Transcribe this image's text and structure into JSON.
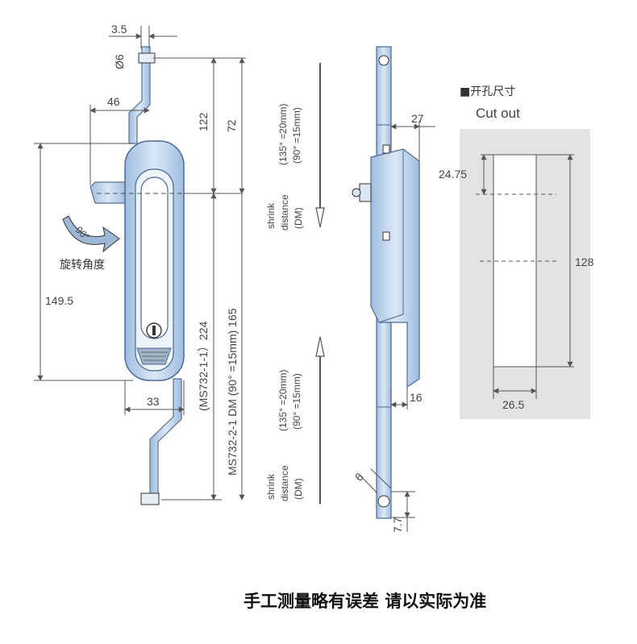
{
  "dims_front": {
    "d35": "3.5",
    "d6": "Ø6",
    "d46": "46",
    "d122": "122",
    "d72": "72",
    "d1495": "149.5",
    "d33": "33",
    "rotation_angle": "90°",
    "rotation_label": "旋转角度",
    "model_line1": "(MS732-1-1）224",
    "model_line2": "MS732-2-1  DM (90° =15mm) 165"
  },
  "shrink_upper": {
    "l1": "(135° =20mm)",
    "l2": "(90° =15mm)",
    "s1": "shrink",
    "s2": "distance",
    "s3": "(DM)"
  },
  "shrink_lower": {
    "l1": "(135° =20mm)",
    "l2": "(90° =15mm)",
    "s1": "shrink",
    "s2": "distance",
    "s3": "(DM)"
  },
  "dims_side": {
    "d27": "27",
    "d16": "16",
    "d6": "6",
    "d77": "7.7"
  },
  "cutout": {
    "title_cn": "■开孔尺寸",
    "title_en": "Cut out",
    "d2475": "24.75",
    "d128": "128",
    "d265": "26.5"
  },
  "footer": "手工测量略有误差 请以实际为准",
  "colors": {
    "metal": "#b9d0ea",
    "metal_dark": "#6f8fb5",
    "cutout_bg": "#e3e3e3",
    "line": "#555555"
  }
}
